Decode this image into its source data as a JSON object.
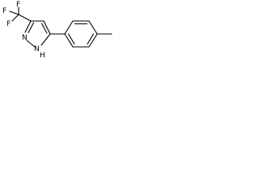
{
  "molecule": {
    "atom_labels": {
      "F_top": "F",
      "F_left": "F",
      "F_bottom": "F",
      "N_ring": "N",
      "NH_ring": "N"
    },
    "hydrogen_label": "H"
  },
  "colors": {
    "bond": "#000000",
    "label": "#000000",
    "background": "#ffffff"
  }
}
